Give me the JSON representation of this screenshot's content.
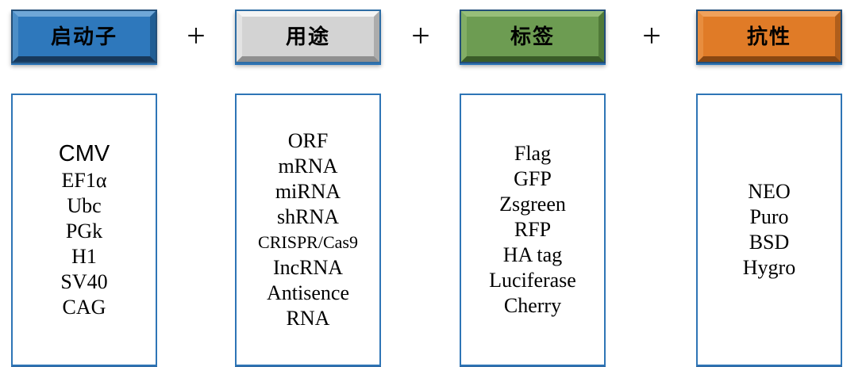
{
  "plus_symbol": "+",
  "colors": {
    "background": "#FFFFFF",
    "box_border": "#2E75B6",
    "text": "#000000",
    "button_promoter_fill": "#2E78BC",
    "button_purpose_fill": "#D3D3D3",
    "button_tag_fill": "#6D9C52",
    "button_resistance_fill": "#E07B27"
  },
  "columns": [
    {
      "key": "promoter",
      "label": "启动子",
      "lines": [
        "CMV",
        "EF1α",
        "Ubc",
        "PGk",
        "H1",
        "SV40",
        "CAG"
      ]
    },
    {
      "key": "purpose",
      "label": "用途",
      "lines": [
        "ORF",
        "mRNA",
        "miRNA",
        "shRNA",
        "CRISPR/Cas9",
        "IncRNA",
        "Antisence",
        "RNA"
      ]
    },
    {
      "key": "tag",
      "label": "标签",
      "lines": [
        "Flag",
        "GFP",
        "Zsgreen",
        "RFP",
        "HA tag",
        "Luciferase",
        "Cherry"
      ]
    },
    {
      "key": "resistance",
      "label": "抗性",
      "lines": [
        "NEO",
        "Puro",
        "BSD",
        "Hygro"
      ]
    }
  ]
}
